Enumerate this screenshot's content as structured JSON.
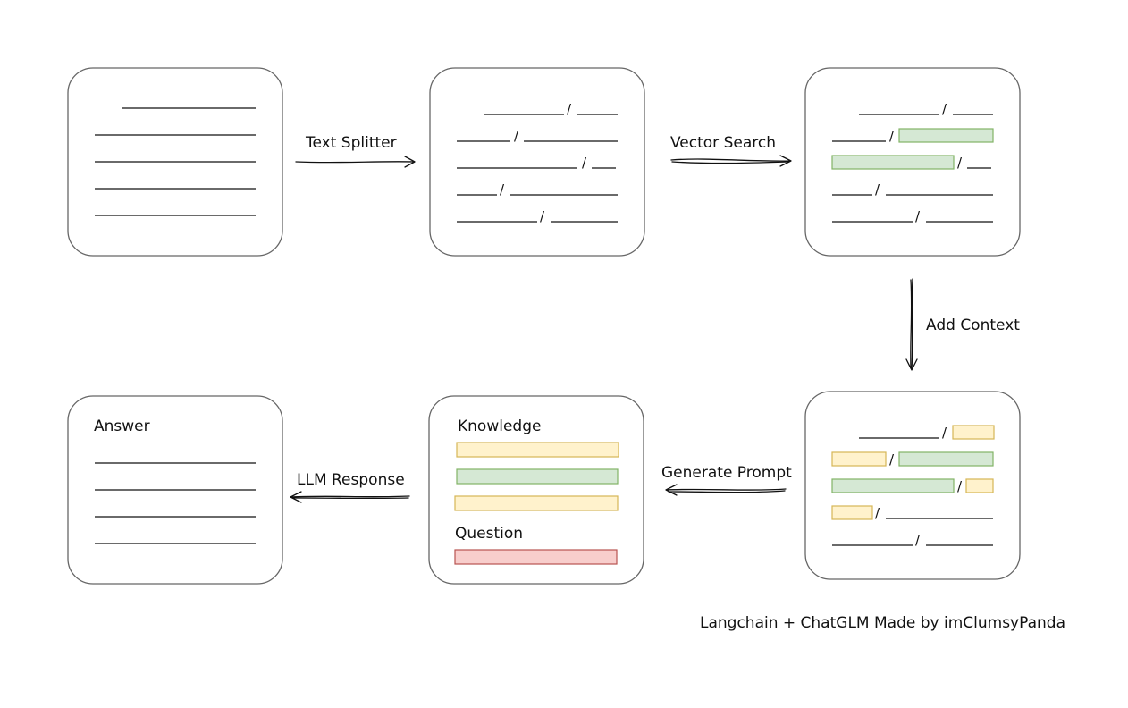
{
  "labels": {
    "text_splitter": "Text Splitter",
    "vector_search": "Vector Search",
    "add_context": "Add Context",
    "generate_prompt": "Generate Prompt",
    "llm_response": "LLM Response",
    "knowledge": "Knowledge",
    "question": "Question",
    "answer": "Answer"
  },
  "credit": "Langchain + ChatGLM Made by imClumsyPanda",
  "separator": "/",
  "colors": {
    "box_border": "#666666",
    "line": "#111111",
    "green_fill": "#d5e8d4",
    "green_border": "#82b366",
    "yellow_fill": "#fff2cc",
    "yellow_border": "#d6b656",
    "red_fill": "#f8cecc",
    "red_border": "#b85450"
  }
}
